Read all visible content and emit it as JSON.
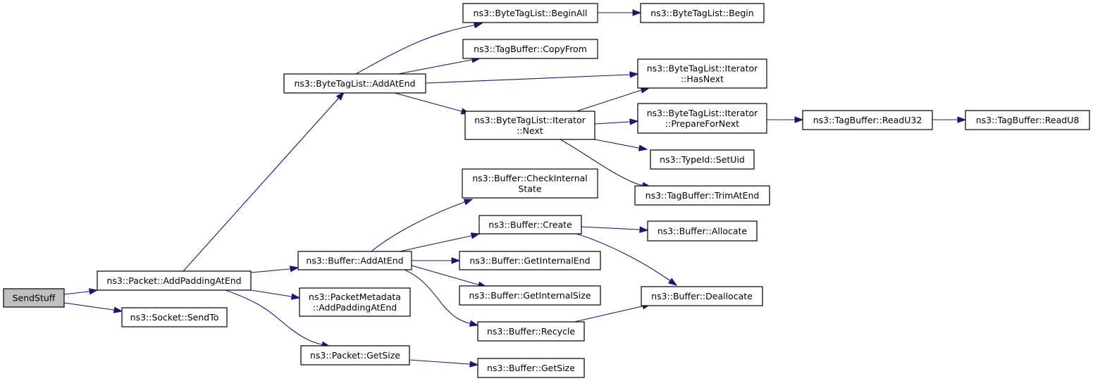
{
  "diagram": {
    "colors": {
      "edge": "#191970",
      "node_border": "#000000",
      "node_fill": "#ffffff",
      "root_fill": "#bfbfbf"
    },
    "nodes": [
      {
        "id": "sendstuff",
        "lines": [
          "SendStuff"
        ],
        "root": true
      },
      {
        "id": "packet-addpadding",
        "lines": [
          "ns3::Packet::AddPaddingAtEnd"
        ]
      },
      {
        "id": "socket-sendto",
        "lines": [
          "ns3::Socket::SendTo"
        ]
      },
      {
        "id": "bytetaglist-addatend",
        "lines": [
          "ns3::ByteTagList::AddAtEnd"
        ]
      },
      {
        "id": "buffer-addatend",
        "lines": [
          "ns3::Buffer::AddAtEnd"
        ]
      },
      {
        "id": "packetmetadata-addpadding",
        "lines": [
          "ns3::PacketMetadata",
          "::AddPaddingAtEnd"
        ]
      },
      {
        "id": "packet-getsize",
        "lines": [
          "ns3::Packet::GetSize"
        ]
      },
      {
        "id": "bytetaglist-beginall",
        "lines": [
          "ns3::ByteTagList::BeginAll"
        ]
      },
      {
        "id": "tagbuffer-copyfrom",
        "lines": [
          "ns3::TagBuffer::CopyFrom"
        ]
      },
      {
        "id": "iterator-next",
        "lines": [
          "ns3::ByteTagList::Iterator",
          "::Next"
        ]
      },
      {
        "id": "buffer-checkinternal",
        "lines": [
          "ns3::Buffer::CheckInternal",
          "State"
        ]
      },
      {
        "id": "buffer-create",
        "lines": [
          "ns3::Buffer::Create"
        ]
      },
      {
        "id": "buffer-getinternalend",
        "lines": [
          "ns3::Buffer::GetInternalEnd"
        ]
      },
      {
        "id": "buffer-getinternalsize",
        "lines": [
          "ns3::Buffer::GetInternalSize"
        ]
      },
      {
        "id": "buffer-recycle",
        "lines": [
          "ns3::Buffer::Recycle"
        ]
      },
      {
        "id": "buffer-getsize",
        "lines": [
          "ns3::Buffer::GetSize"
        ]
      },
      {
        "id": "bytetaglist-begin",
        "lines": [
          "ns3::ByteTagList::Begin"
        ]
      },
      {
        "id": "iterator-hasnext",
        "lines": [
          "ns3::ByteTagList::Iterator",
          "::HasNext"
        ]
      },
      {
        "id": "iterator-prepare",
        "lines": [
          "ns3::ByteTagList::Iterator",
          "::PrepareForNext"
        ]
      },
      {
        "id": "typeid-setuid",
        "lines": [
          "ns3::TypeId::SetUid"
        ]
      },
      {
        "id": "tagbuffer-trimatend",
        "lines": [
          "ns3::TagBuffer::TrimAtEnd"
        ]
      },
      {
        "id": "buffer-allocate",
        "lines": [
          "ns3::Buffer::Allocate"
        ]
      },
      {
        "id": "buffer-deallocate",
        "lines": [
          "ns3::Buffer::Deallocate"
        ]
      },
      {
        "id": "tagbuffer-readu32",
        "lines": [
          "ns3::TagBuffer::ReadU32"
        ]
      },
      {
        "id": "tagbuffer-readu8",
        "lines": [
          "ns3::TagBuffer::ReadU8"
        ]
      }
    ],
    "edges": [
      {
        "from": "sendstuff",
        "to": "packet-addpadding"
      },
      {
        "from": "sendstuff",
        "to": "socket-sendto"
      },
      {
        "from": "packet-addpadding",
        "to": "bytetaglist-addatend"
      },
      {
        "from": "packet-addpadding",
        "to": "buffer-addatend"
      },
      {
        "from": "packet-addpadding",
        "to": "packetmetadata-addpadding"
      },
      {
        "from": "packet-addpadding",
        "to": "packet-getsize"
      },
      {
        "from": "bytetaglist-addatend",
        "to": "bytetaglist-beginall"
      },
      {
        "from": "bytetaglist-addatend",
        "to": "tagbuffer-copyfrom"
      },
      {
        "from": "bytetaglist-addatend",
        "to": "iterator-hasnext"
      },
      {
        "from": "bytetaglist-addatend",
        "to": "iterator-next"
      },
      {
        "from": "bytetaglist-beginall",
        "to": "bytetaglist-begin"
      },
      {
        "from": "iterator-next",
        "to": "iterator-hasnext"
      },
      {
        "from": "iterator-next",
        "to": "iterator-prepare"
      },
      {
        "from": "iterator-next",
        "to": "typeid-setuid"
      },
      {
        "from": "iterator-next",
        "to": "tagbuffer-trimatend"
      },
      {
        "from": "iterator-prepare",
        "to": "tagbuffer-readu32"
      },
      {
        "from": "tagbuffer-readu32",
        "to": "tagbuffer-readu8"
      },
      {
        "from": "buffer-addatend",
        "to": "buffer-checkinternal"
      },
      {
        "from": "buffer-addatend",
        "to": "buffer-create"
      },
      {
        "from": "buffer-addatend",
        "to": "buffer-getinternalend"
      },
      {
        "from": "buffer-addatend",
        "to": "buffer-getinternalsize"
      },
      {
        "from": "buffer-addatend",
        "to": "buffer-recycle"
      },
      {
        "from": "buffer-create",
        "to": "buffer-allocate"
      },
      {
        "from": "buffer-create",
        "to": "buffer-deallocate"
      },
      {
        "from": "buffer-recycle",
        "to": "buffer-deallocate"
      },
      {
        "from": "packet-getsize",
        "to": "buffer-getsize"
      }
    ]
  }
}
